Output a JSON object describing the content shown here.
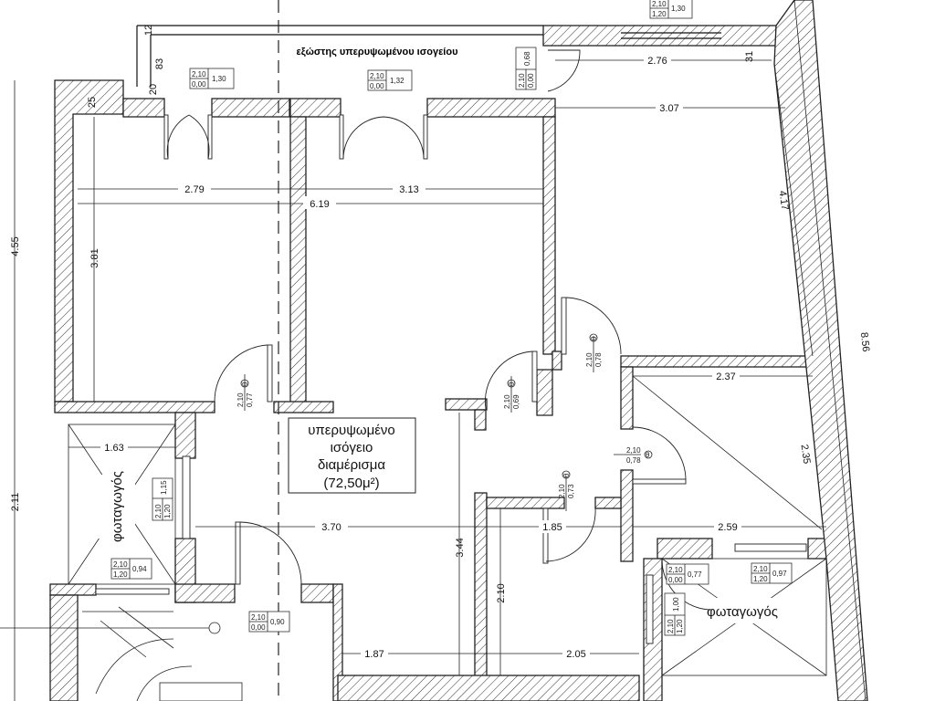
{
  "rooms": {
    "balcony": "εξώστης υπερυψωμένου ισογείου",
    "apartment": [
      "υπερυψωμένο",
      "ισόγειο",
      "διαμέρισμα",
      "(72,50μ²)"
    ],
    "lightwell_left": "φωταγωγός",
    "lightwell_right": "φωταγωγός"
  },
  "dimensions": {
    "d279": "2.79",
    "d313": "3.13",
    "d619": "6.19",
    "d381": "3.81",
    "d455": "4.55",
    "d211": "2.11",
    "d163": "1.63",
    "d370": "3.70",
    "d185": "1.85",
    "d259": "2.59",
    "d344": "3.44",
    "d210": "2.10",
    "d187": "1.87",
    "d205": "2.05",
    "d276": "2.76",
    "d307": "3.07",
    "d417": "4.17",
    "d856": "8.56",
    "d237": "2.37",
    "d235": "2.35",
    "d12": "12",
    "d83": "83",
    "d20": "20",
    "d31": "31",
    "d25": "25"
  },
  "openings": [
    {
      "h": "2,10",
      "s": "0,00",
      "w": "1,30"
    },
    {
      "h": "2,10",
      "s": "0,00",
      "w": "1,32"
    },
    {
      "h": "2,10",
      "s": "0,00",
      "w": "0,68"
    },
    {
      "h": "2,10",
      "s": "1,20",
      "w": "1,30"
    },
    {
      "h": "2,10",
      "s": "1,20",
      "w": "1,15"
    },
    {
      "h": "2,10",
      "s": "1,20",
      "w": "0,94"
    },
    {
      "h": "2,10",
      "s": "0,00",
      "w": "0,90"
    },
    {
      "h": "2,10",
      "s": "0,00",
      "w": "0,77"
    },
    {
      "h": "2,10",
      "s": "1,20",
      "w": "0,97"
    },
    {
      "h": "2,10",
      "s": "1,20",
      "w": "1,00"
    }
  ],
  "doors": [
    {
      "h": "2,10",
      "w": "0,77",
      "mark": "θ"
    },
    {
      "h": "2,10",
      "w": "0,69",
      "mark": "θ"
    },
    {
      "h": "2,10",
      "w": "0,78",
      "mark": "θ"
    },
    {
      "h": "2,10",
      "w": "0,78",
      "mark": "θ"
    },
    {
      "h": "2,10",
      "w": "0,73",
      "mark": "θ"
    }
  ]
}
